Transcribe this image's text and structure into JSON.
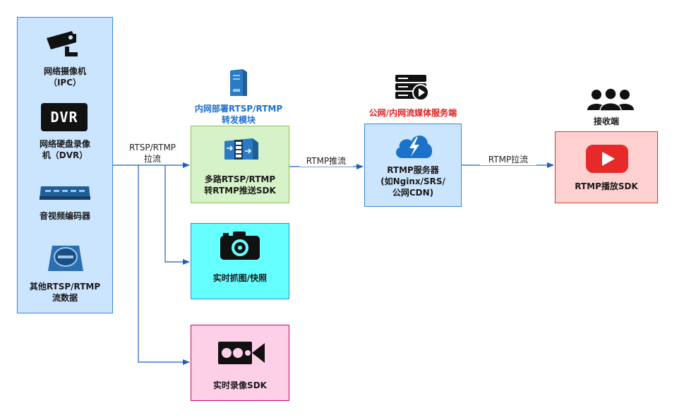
{
  "sources": {
    "ipc": "网络摄像机\n（IPC）",
    "dvr_badge": "DVR",
    "dvr": "网络硬盘录像\n机（DVR）",
    "encoder": "音视频编码器",
    "other": "其他RTSP/RTMP\n流数据"
  },
  "edge_pull": "RTSP/RTMP\n拉流",
  "relay": {
    "heading": "内网部署RTSP/RTMP\n转发模块",
    "label": "多路RTSP/RTMP\n转RTMP推送SDK"
  },
  "snapshot": "实时抓图/快照",
  "record": "实时录像SDK",
  "edge_push": "RTMP推流",
  "server": {
    "heading": "公网/内网流媒体服务端",
    "label": "RTMP服务器\n(如Nginx/SRS/\n公网CDN)"
  },
  "edge_play": "RTMP拉流",
  "receiver": {
    "heading": "接收端",
    "label": "RTMP播放SDK"
  },
  "colors": {
    "blue_fill": "#cce5ff",
    "blue_border": "#3a86d4",
    "green_fill": "#d5f2c8",
    "green_border": "#8bc34a",
    "cyan_fill": "#66ffff",
    "cyan_border": "#3a86d4",
    "pink_fill": "#fdd0e8",
    "pink_border": "#c06",
    "red_fill": "#ffd0d0",
    "red_border": "#d33",
    "heading_blue": "#1a6fcf",
    "heading_red": "#e02020",
    "arrow": "#1e5fbf"
  }
}
